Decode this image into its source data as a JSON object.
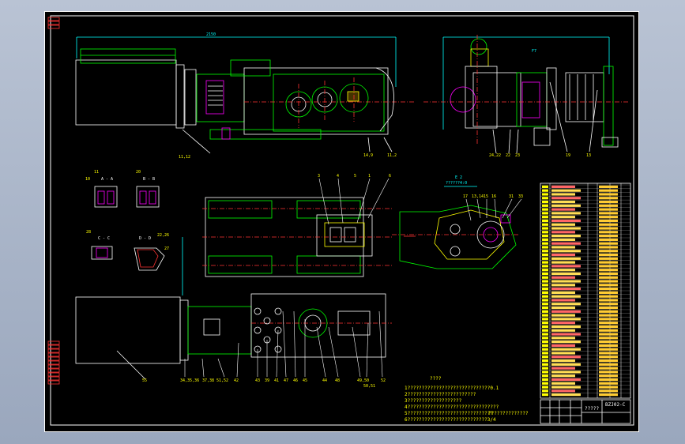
{
  "drawing": {
    "colors": {
      "background": "#000000",
      "frame": "#ffffff",
      "outline": "#00ff00",
      "centerline": "#ff3333",
      "hidden": "#ffff00",
      "dimension": "#00ffff",
      "highlight": "#ff00ff"
    },
    "top_view": {
      "dim_overall": "2150",
      "callouts": [
        "11,12",
        "14,9",
        "11,2"
      ]
    },
    "side_view": {
      "dim_top": "F7",
      "callouts": [
        "24,22",
        "22",
        "23",
        "19",
        "13"
      ]
    },
    "section_views": [
      {
        "title": "A - A",
        "callouts": [
          "10",
          "11"
        ]
      },
      {
        "title": "B - B",
        "callouts": [
          "20"
        ]
      },
      {
        "title": "C - C",
        "callouts": [
          "28"
        ]
      },
      {
        "title": "D - D",
        "callouts": [
          "22,26",
          "27"
        ]
      }
    ],
    "front_view": {
      "callouts_top": [
        "3",
        "4",
        "5",
        "1",
        "6"
      ],
      "callouts_bottom": [
        "34,35,36",
        "37,38",
        "51,52",
        "42",
        "43",
        "39",
        "41",
        "47",
        "46",
        "45",
        "44",
        "48",
        "49,50",
        "50,51",
        "52",
        "55"
      ]
    },
    "detail_view": {
      "title": "E 2",
      "subtitle": "??????4:0",
      "callouts": [
        "17",
        "13,14",
        "15",
        "16",
        "31",
        "33"
      ]
    },
    "notes": {
      "heading": "????",
      "lines": [
        "1?????????????????????????????0.1",
        "2????????????????????????",
        "3???????????????????",
        "4????????????????????????????????",
        "5??????????????????????????????",
        "6????????????????????????????3/4"
      ],
      "right_line": "??????????????"
    },
    "title_block": {
      "name": "?????",
      "code": "BZJ02-C"
    },
    "parts_list_rows": 56
  }
}
